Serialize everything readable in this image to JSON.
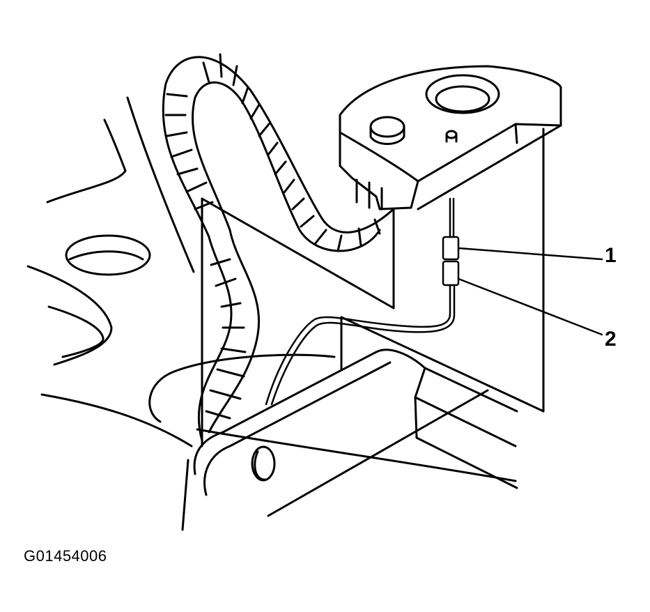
{
  "diagram": {
    "callouts": [
      {
        "id": "1",
        "text": "1"
      },
      {
        "id": "2",
        "text": "2"
      }
    ],
    "figure_code": "G01454006"
  },
  "colors": {
    "line": "#000000",
    "background": "#ffffff"
  }
}
